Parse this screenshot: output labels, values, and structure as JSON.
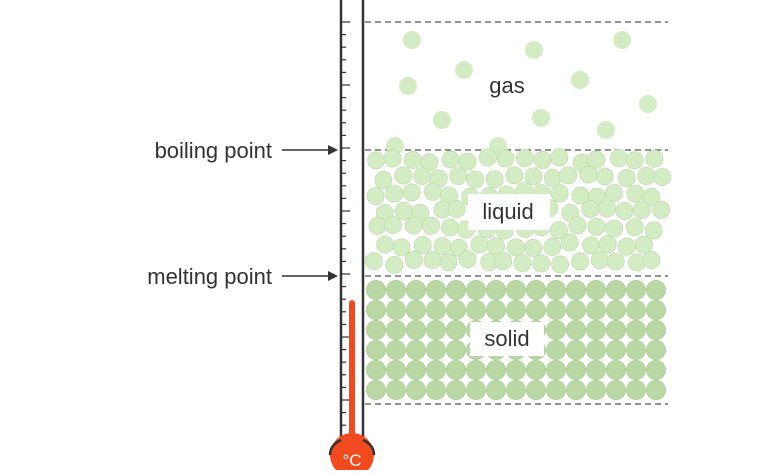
{
  "labels": {
    "boiling_point": "boiling point",
    "melting_point": "melting point",
    "gas": "gas",
    "liquid": "liquid",
    "solid": "solid",
    "unit": "°C"
  },
  "colors": {
    "particle_fill": "#d4ecc4",
    "particle_stroke": "#b9d9a6",
    "solid_fill": "#b9d8a3",
    "solid_stroke": "#9cc486",
    "mercury": "#f04a1e",
    "outline": "#333333",
    "text": "#333333",
    "dashed": "#555555"
  }
}
